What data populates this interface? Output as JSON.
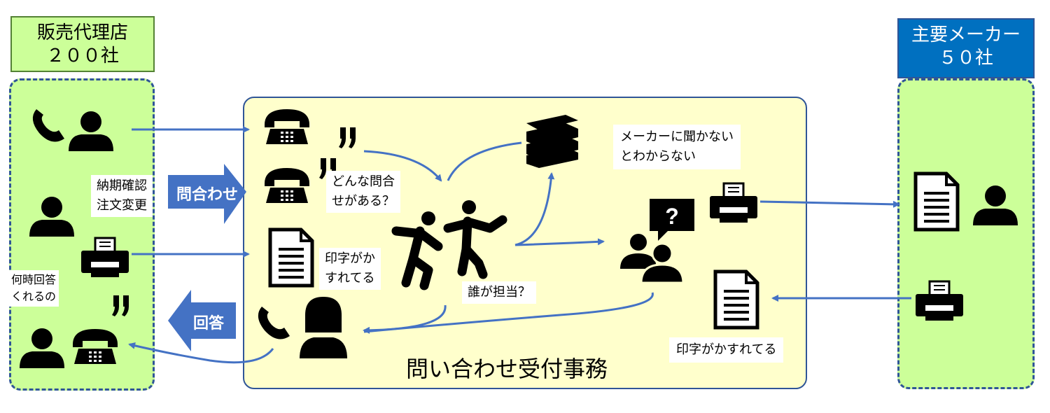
{
  "left_header": {
    "line1": "販売代理店",
    "line2": "２００社"
  },
  "right_header": {
    "line1": "主要メーカー",
    "line2": "５０社"
  },
  "center_title": "問い合わせ受付事務",
  "left_labels": {
    "line1": "納期確認",
    "line2": "注文変更"
  },
  "left_question": {
    "line1": "何時回答",
    "line2": "くれるの"
  },
  "arrow_inquiry": "問合わせ",
  "arrow_answer": "回答",
  "bubble_inquiry": {
    "line1": "どんな問合",
    "line2": "せがある？"
  },
  "bubble_print_1": {
    "line1": "印字がか",
    "line2": "すれてる"
  },
  "bubble_who": "誰が担当？",
  "bubble_maker": {
    "line1": "メーカーに聞かない",
    "line2": "とわからない"
  },
  "bubble_print_2": "印字がかすれてる",
  "colors": {
    "green_fill": "#ccff99",
    "blue": "#0070c0",
    "dark_blue": "#2f5597",
    "center_fill": "#ffffcc",
    "arrow_line": "#4472c4"
  }
}
